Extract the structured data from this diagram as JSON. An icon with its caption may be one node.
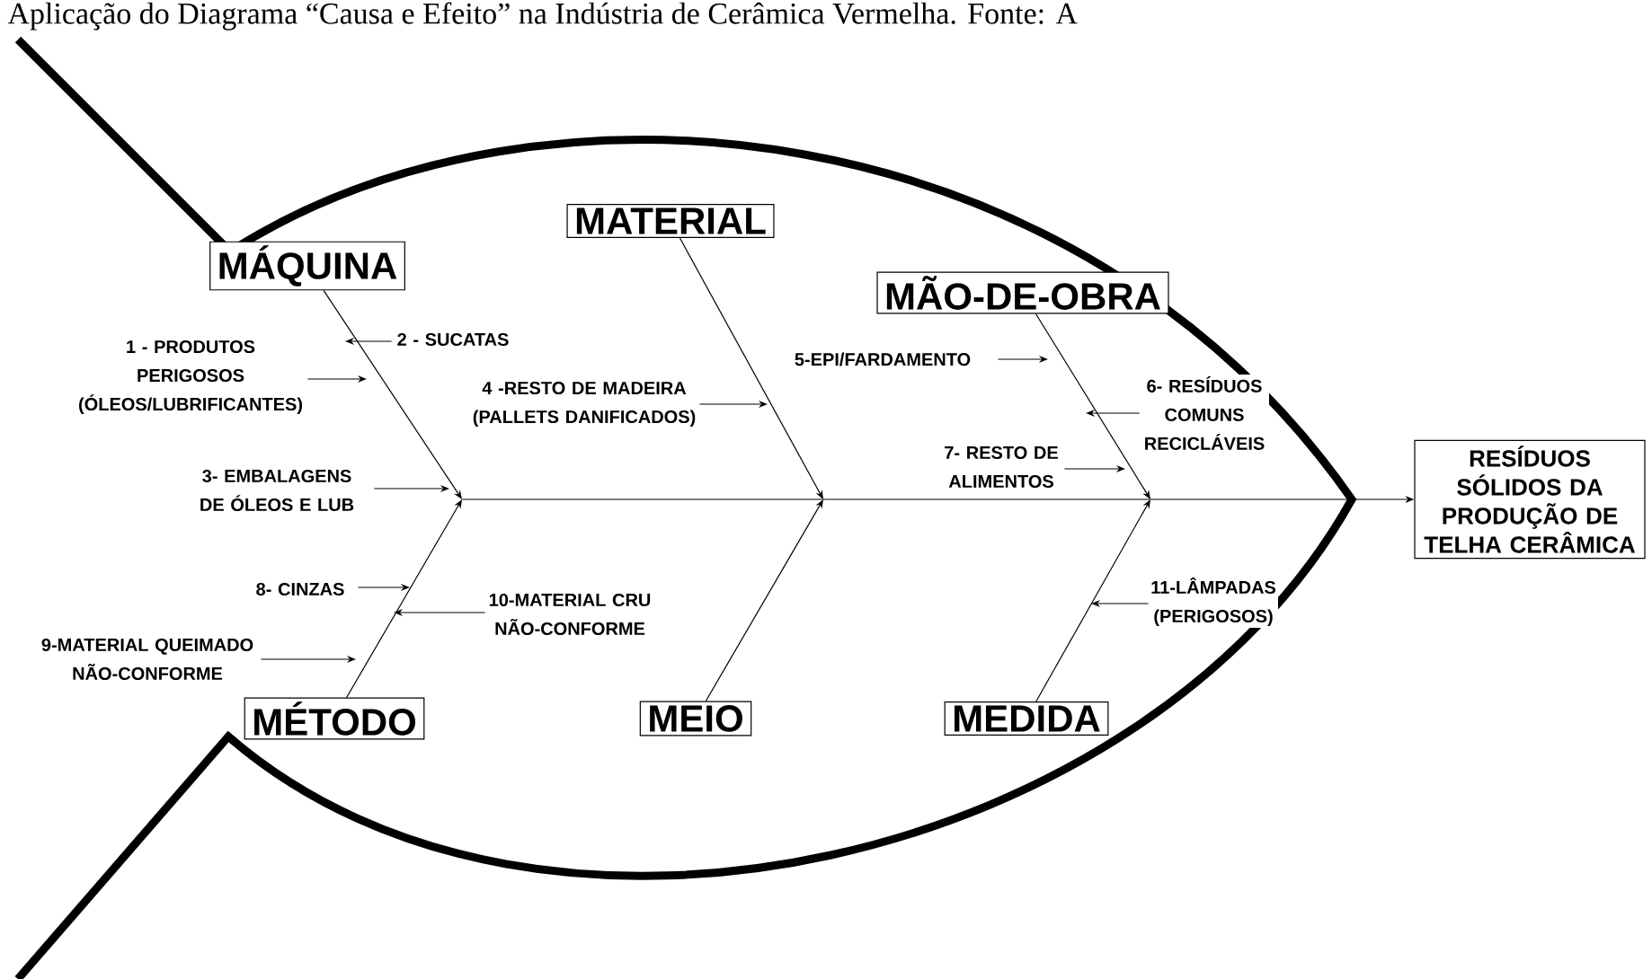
{
  "diagram": {
    "title": "Aplicação do Diagrama “Causa e Efeito” na Indústria de Cerâmica Vermelha. Fonte: A",
    "nodes": [
      {
        "text": [
          "MÁQUINA"
        ]
      },
      {
        "text": [
          "MATERIAL"
        ]
      },
      {
        "text": [
          "MÃO-DE-OBRA"
        ]
      },
      {
        "text": [
          "MÉTODO"
        ]
      },
      {
        "text": [
          "MEIO"
        ]
      },
      {
        "text": [
          "MEDIDA"
        ]
      },
      {
        "text": [
          "RESÍDUOS SÓLIDOS DA PRODUÇÃO DE TELHA CERÂMICA"
        ]
      },
      {
        "text": [
          "1 - PRODUTOS PERIGOSOS (ÓLEOS/LUBRIFICANTES)"
        ]
      },
      {
        "text": [
          "2 - SUCATAS"
        ]
      },
      {
        "text": [
          "3- EMBALAGENS DE ÓLEOS E LUB"
        ]
      },
      {
        "text": [
          "4 -RESTO DE MADEIRA (PALLETS DANIFICADOS)"
        ]
      },
      {
        "text": [
          "5-EPI/FARDAMENTO"
        ]
      },
      {
        "text": [
          "6- RESÍDUOS COMUNS RECICLÁVEIS"
        ]
      },
      {
        "text": [
          "7- RESTO DE ALIMENTOS"
        ]
      },
      {
        "text": [
          "8- CINZAS"
        ]
      },
      {
        "text": [
          "9-MATERIAL QUEIMADO NÃO-CONFORME"
        ]
      },
      {
        "text": [
          "10-MATERIAL CRU NÃO-CONFORME"
        ]
      },
      {
        "text": [
          "11-LÂMPADAS (PERIGOSOS)"
        ]
      }
    ],
    "edges": [
      {
        "from": null,
        "to": 6,
        "arrow": "to"
      },
      {
        "from": 0,
        "to": null,
        "arrow": "to"
      },
      {
        "from": 1,
        "to": null,
        "arrow": "to"
      },
      {
        "from": 2,
        "to": null,
        "arrow": "to"
      },
      {
        "from": 3,
        "to": null,
        "arrow": "to"
      },
      {
        "from": 4,
        "to": null,
        "arrow": "to"
      },
      {
        "from": 5,
        "to": null,
        "arrow": "to"
      },
      {
        "from": 7,
        "to": null,
        "arrow": "to"
      },
      {
        "from": 8,
        "to": null,
        "arrow": "to"
      },
      {
        "from": 9,
        "to": null,
        "arrow": "to"
      },
      {
        "from": 10,
        "to": null,
        "arrow": "to"
      },
      {
        "from": 11,
        "to": null,
        "arrow": "to"
      },
      {
        "from": 12,
        "to": null,
        "arrow": "to"
      },
      {
        "from": 13,
        "to": null,
        "arrow": "to"
      },
      {
        "from": 14,
        "to": null,
        "arrow": "to"
      },
      {
        "from": 15,
        "to": null,
        "arrow": "to"
      },
      {
        "from": 16,
        "to": null,
        "arrow": "to"
      },
      {
        "from": 17,
        "to": null,
        "arrow": "to"
      }
    ]
  }
}
